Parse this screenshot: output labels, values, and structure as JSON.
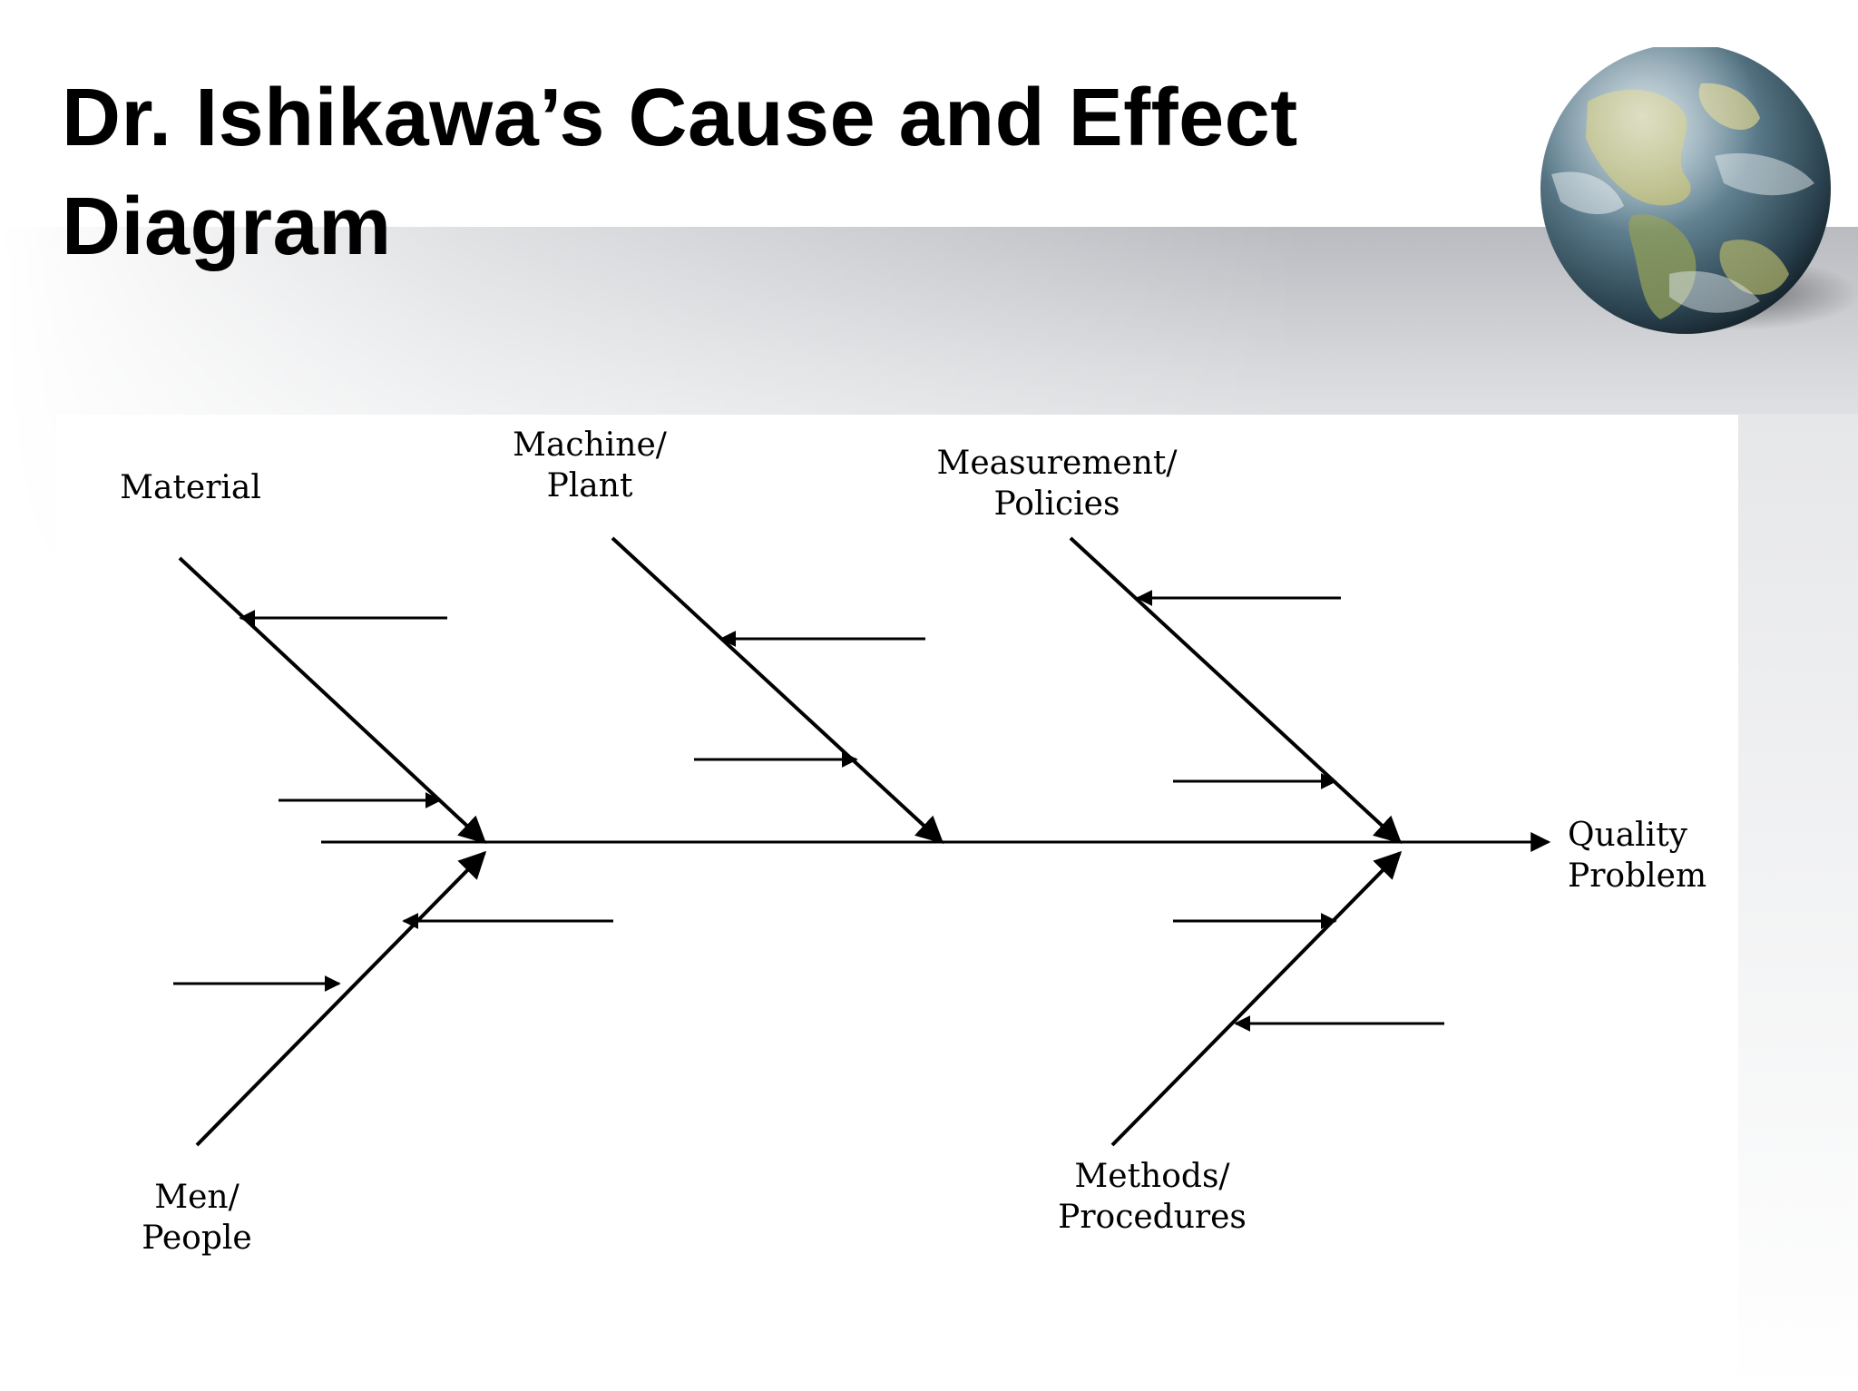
{
  "slide": {
    "title": "Dr. Ishikawa’s Cause and Effect Diagram"
  },
  "diagram": {
    "effect": {
      "line1": "Quality",
      "line2": "Problem"
    },
    "causes": {
      "material": {
        "line1": "Material"
      },
      "machine": {
        "line1": "Machine/",
        "line2": "Plant"
      },
      "measurement": {
        "line1": "Measurement/",
        "line2": "Policies"
      },
      "men": {
        "line1": "Men/",
        "line2": "People"
      },
      "methods": {
        "line1": "Methods/",
        "line2": "Procedures"
      }
    }
  },
  "decor": {
    "globe_icon": "earth-globe-icon",
    "line_color": "#000000"
  }
}
